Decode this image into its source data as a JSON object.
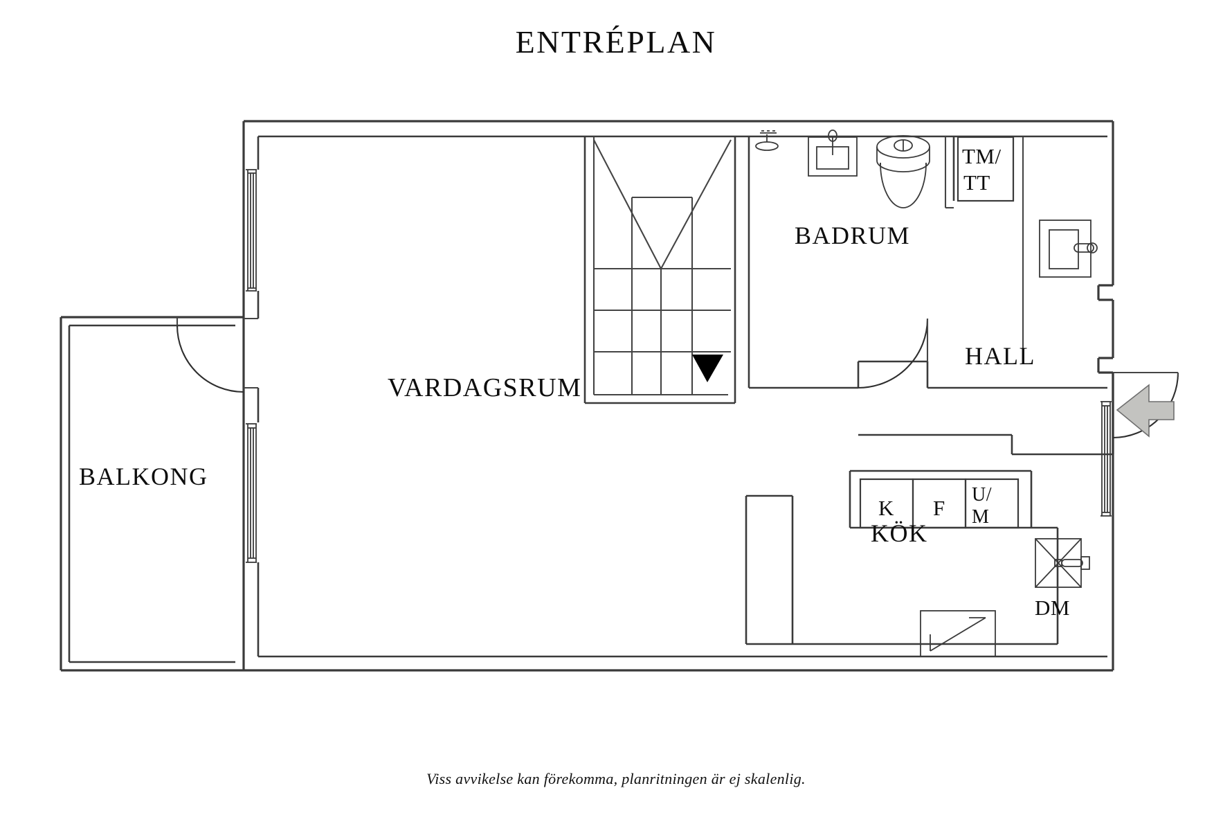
{
  "document": {
    "title": "ENTRÉPLAN",
    "footnote": "Viss avvikelse kan förekomma, planritningen är ej skalenlig."
  },
  "rooms": [
    {
      "key": "balkong",
      "label": "BALKONG"
    },
    {
      "key": "vardagsrum",
      "label": "VARDAGSRUM"
    },
    {
      "key": "badrum",
      "label": "BADRUM"
    },
    {
      "key": "hall",
      "label": "HALL"
    },
    {
      "key": "kok",
      "label": "KÖK"
    }
  ],
  "appliances": [
    {
      "key": "tm_tt",
      "label_line1": "TM/",
      "label_line2": "TT"
    },
    {
      "key": "kyl",
      "label": "K"
    },
    {
      "key": "frys",
      "label": "F"
    },
    {
      "key": "ugn_mikro",
      "label_line1": "U/",
      "label_line2": "M"
    },
    {
      "key": "diskmaskin",
      "label": "DM"
    }
  ],
  "fixtures": [
    {
      "key": "shower-head",
      "name": "shower-head-icon"
    },
    {
      "key": "washbasin",
      "name": "washbasin-icon"
    },
    {
      "key": "toilet",
      "name": "toilet-icon"
    },
    {
      "key": "hall-basin",
      "name": "hall-basin-icon"
    },
    {
      "key": "kitchen-sink",
      "name": "kitchen-sink-icon"
    },
    {
      "key": "stairs",
      "name": "staircase-icon"
    },
    {
      "key": "stair-direction-arrow",
      "name": "stair-down-arrow-icon"
    },
    {
      "key": "entry-arrow",
      "name": "entrance-arrow-icon"
    }
  ],
  "colors": {
    "wall": "#3a3a3a",
    "text": "#0d0d0d",
    "entry_arrow_fill": "#c3c3c0",
    "entry_arrow_stroke": "#6e6e6e",
    "background": "#ffffff"
  }
}
